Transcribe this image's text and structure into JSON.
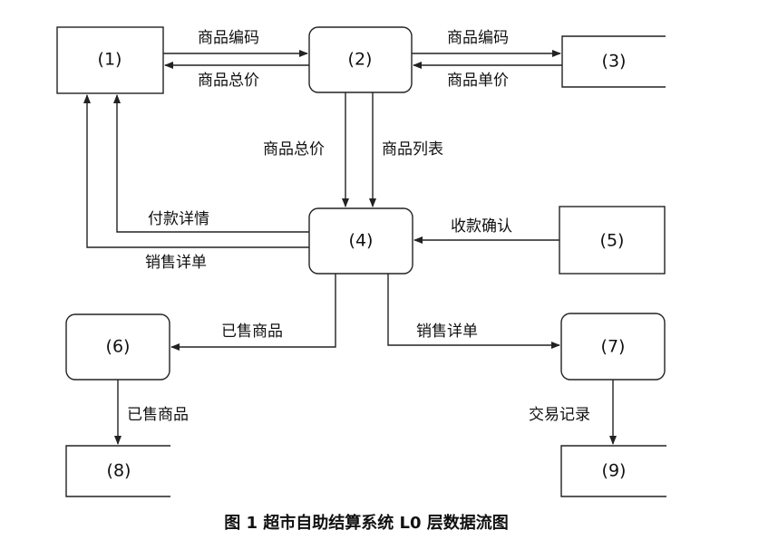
{
  "diagram": {
    "nodes": {
      "n1": "(1)",
      "n2": "(2)",
      "n3": "(3)",
      "n4": "(4)",
      "n5": "(5)",
      "n6": "(6)",
      "n7": "(7)",
      "n8": "(8)",
      "n9": "(9)"
    },
    "flows": {
      "f_1_2_code": "商品编码",
      "f_2_1_total": "商品总价",
      "f_2_3_code": "商品编码",
      "f_3_2_unit": "商品单价",
      "f_2_4_total": "商品总价",
      "f_2_4_list": "商品列表",
      "f_4_1_payment": "付款详情",
      "f_4_1_sales": "销售详单",
      "f_5_4_confirm": "收款确认",
      "f_4_6_sold": "已售商品",
      "f_4_7_sales": "销售详单",
      "f_6_8_sold": "已售商品",
      "f_7_9_record": "交易记录"
    },
    "caption": "图 1  超市自助结算系统 L0 层数据流图"
  }
}
